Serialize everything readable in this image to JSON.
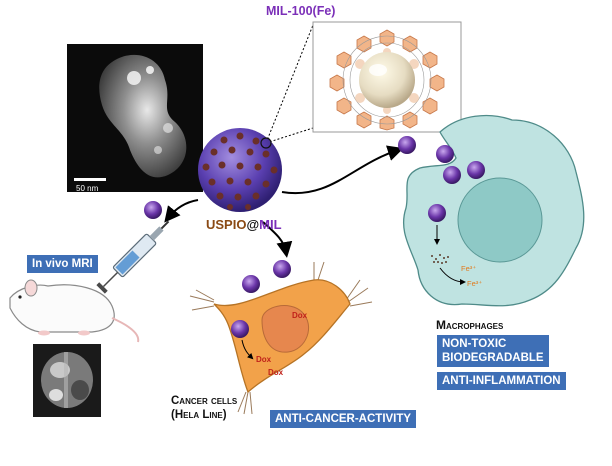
{
  "top_label": "MIL-100(Fe)",
  "scale_bar_label": "50 nm",
  "nanoparticle_label": {
    "part1": "USPIO",
    "part2": "@",
    "part3": "MIL"
  },
  "badges": {
    "in_vivo_mri": "In vivo MRI",
    "non_toxic": "NON-TOXIC",
    "biodegradable": "BIODEGRADABLE",
    "anti_inflammation": "ANTI-INFLAMMATION",
    "anti_cancer": "ANTI-CANCER-ACTIVITY"
  },
  "macrophages_label": "Macrophages",
  "cancer_cells_label": {
    "line1": "Cancer cells",
    "line2": "(Hela Line)"
  },
  "dox_labels": [
    "Dox",
    "Dox",
    "Dox"
  ],
  "ion_labels": [
    "Fe³⁺",
    "Fe³⁺"
  ],
  "colors": {
    "brand_purple": "#7b2fb8",
    "uspio_brown": "#8a4a14",
    "badge_blue": "#3e6fb6",
    "cell_orange": "#f2a24a",
    "macrophage_teal": "#bfe3e1",
    "dox_red": "#c0221a"
  }
}
